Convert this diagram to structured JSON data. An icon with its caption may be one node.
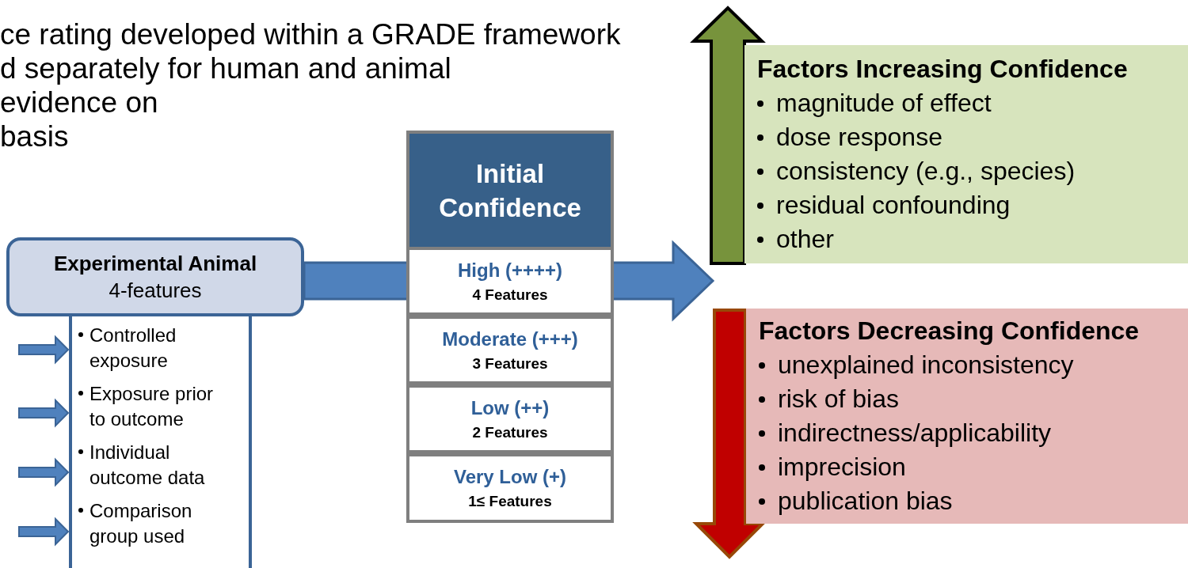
{
  "diagram": {
    "nodes": [
      {
        "text": [
          "Experimental Animal",
          "4-features"
        ]
      },
      {
        "text": [
          "Controlled exposure",
          "Exposure prior to outcome",
          "Individual outcome data",
          "Comparison group used"
        ]
      },
      {
        "text": [
          "Initial Confidence"
        ]
      },
      {
        "text": [
          "High (++++)",
          "4 Features"
        ]
      },
      {
        "text": [
          "Moderate (+++)",
          "3 Features"
        ]
      },
      {
        "text": [
          "Low (++)",
          "2 Features"
        ]
      },
      {
        "text": [
          "Very Low (+)",
          "1≤ Features"
        ]
      },
      {
        "text": [
          "Factors Increasing Confidence",
          "magnitude of effect",
          "dose response",
          "consistency (e.g., species)",
          "residual confounding",
          "other"
        ]
      },
      {
        "text": [
          "Factors Decreasing Confidence",
          "unexplained inconsistency",
          "risk of bias",
          "indirectness/applicability",
          "imprecision",
          "publication bias"
        ]
      }
    ],
    "edges": [
      {
        "from": 0,
        "to": null,
        "arrow": "to"
      },
      {
        "from": null,
        "to": 1,
        "arrow": "to"
      },
      {
        "from": null,
        "to": 1,
        "arrow": "to"
      },
      {
        "from": null,
        "to": 1,
        "arrow": "to"
      },
      {
        "from": null,
        "to": 1,
        "arrow": "to"
      }
    ],
    "labels": [
      "ce rating developed within a GRADE framework",
      "d separately for human and animal",
      "evidence on",
      "basis"
    ]
  }
}
